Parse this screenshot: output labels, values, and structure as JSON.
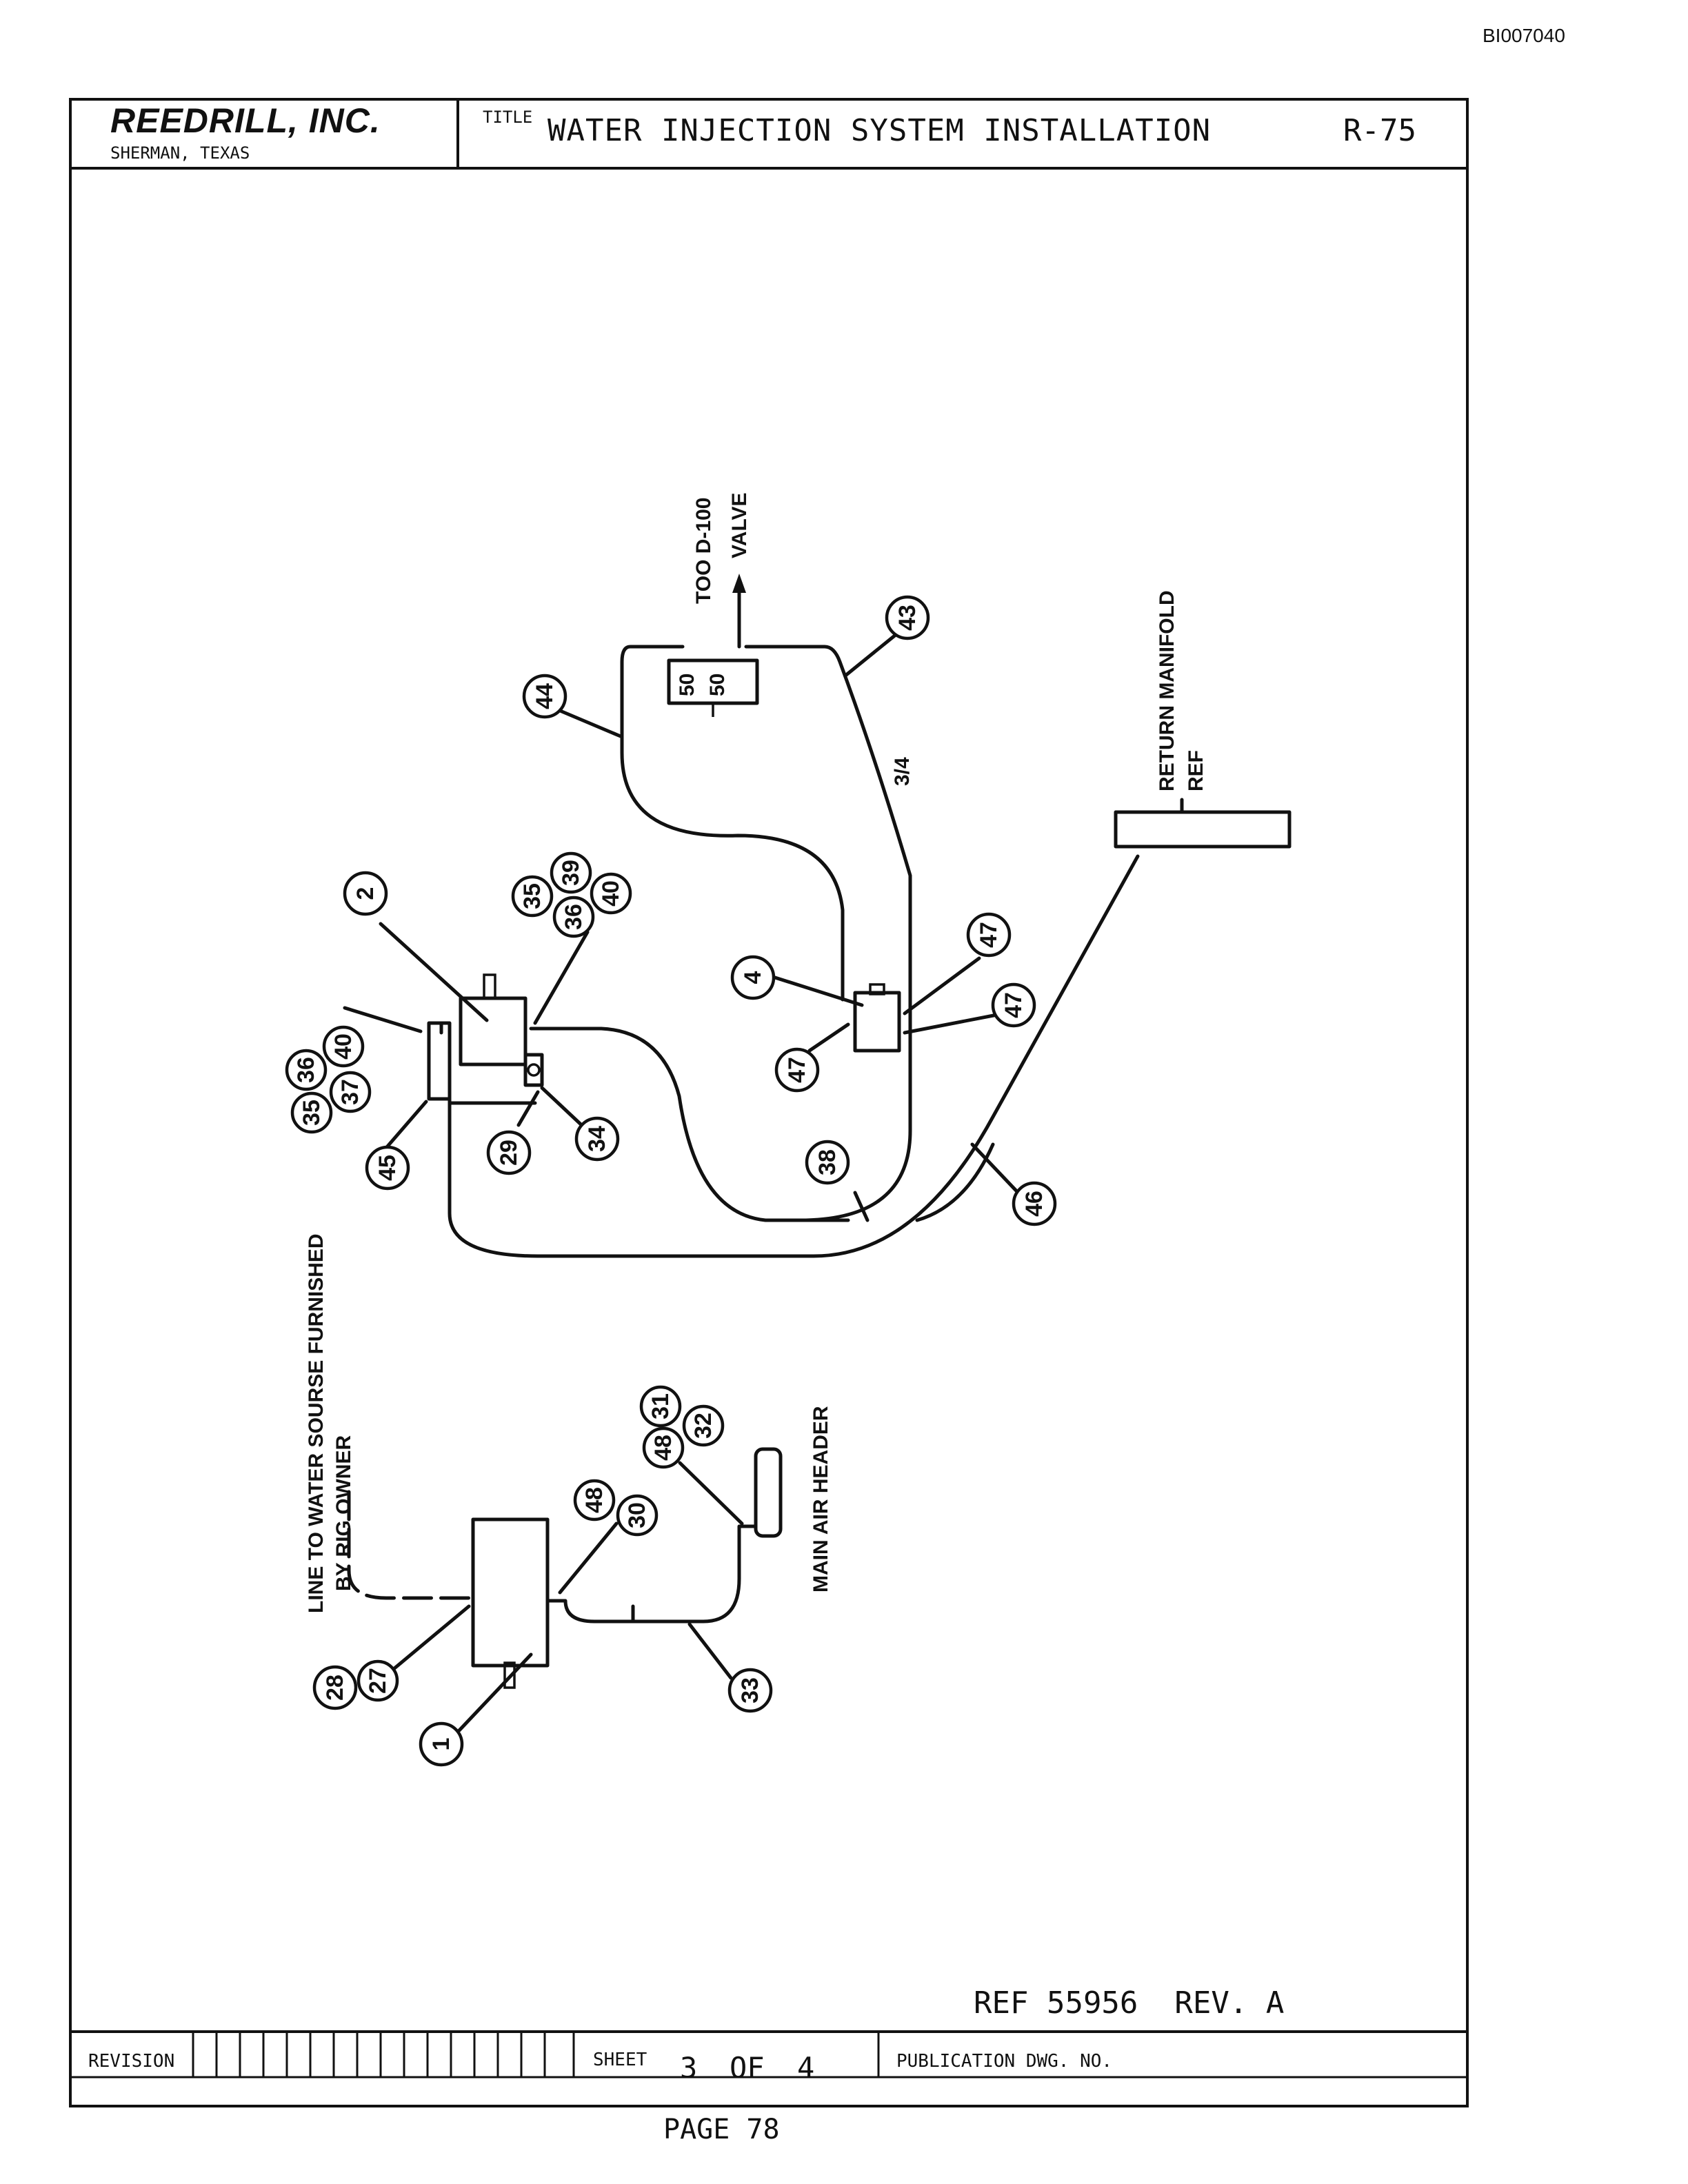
{
  "doc_id": "BI007040",
  "header": {
    "company": "REEDRILL, INC.",
    "location": "SHERMAN, TEXAS",
    "title_label": "TITLE",
    "title": "WATER INJECTION SYSTEM INSTALLATION",
    "drawing_number": "R-75"
  },
  "diagram": {
    "labels": {
      "too_valve_1": "TOO D-100",
      "too_valve_2": "VALVE",
      "return_manifold_1": "RETURN MANIFOLD",
      "return_manifold_2": "REF",
      "water_source_1": "LINE TO WATER SOURSE FURNISHED",
      "water_source_2": "BY RIG OWNER",
      "main_air_header": "MAIN AIR HEADER",
      "pipe_size_3_4": "3/4",
      "box_50_a": "50",
      "box_50_b": "50"
    },
    "callouts": [
      "44",
      "43",
      "2",
      "35",
      "36",
      "39",
      "40",
      "4",
      "47",
      "47",
      "47",
      "35",
      "36",
      "37",
      "40",
      "45",
      "29",
      "34",
      "38",
      "46",
      "31",
      "32",
      "48",
      "48",
      "30",
      "28",
      "27",
      "33",
      "1"
    ]
  },
  "footer": {
    "reference": "REF 55956",
    "revision": "REV. A",
    "revision_label": "REVISION",
    "sheet_label": "SHEET",
    "sheet_number": "3",
    "sheet_of": "OF",
    "sheet_total": "4",
    "publication_label": "PUBLICATION DWG. NO.",
    "page": "PAGE 78"
  }
}
